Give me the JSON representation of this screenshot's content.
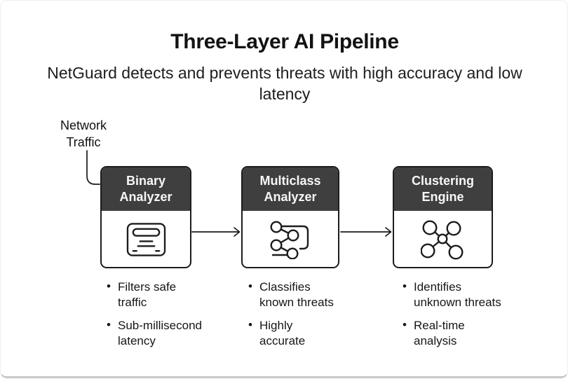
{
  "page": {
    "title": "Three-Layer AI Pipeline",
    "subtitle": "NetGuard detects and prevents threats with high accuracy and low latency"
  },
  "input_label": "Network\nTraffic",
  "colors": {
    "stage_header_bg": "#3f3f3f",
    "stage_header_text": "#f7f7f7",
    "outline": "#1c1c1c",
    "background": "#ffffff"
  },
  "stages": [
    {
      "title": "Binary\nAnalyzer",
      "icon": "traffic-filter-icon",
      "bullets": [
        "Filters safe\ntraffic",
        "Sub-millisecond\nlatency"
      ]
    },
    {
      "title": "Multiclass\nAnalyzer",
      "icon": "workflow-graph-icon",
      "bullets": [
        "Classifies\nknown threats",
        "Highly\naccurate"
      ]
    },
    {
      "title": "Clustering\nEngine",
      "icon": "cluster-nodes-icon",
      "bullets": [
        "Identifies\nunknown threats",
        "Real-time\nanalysis"
      ]
    }
  ],
  "connections": [
    {
      "from": "Network Traffic",
      "to": "Binary Analyzer"
    },
    {
      "from": "Binary Analyzer",
      "to": "Multiclass Analyzer"
    },
    {
      "from": "Multiclass Analyzer",
      "to": "Clustering Engine"
    }
  ]
}
